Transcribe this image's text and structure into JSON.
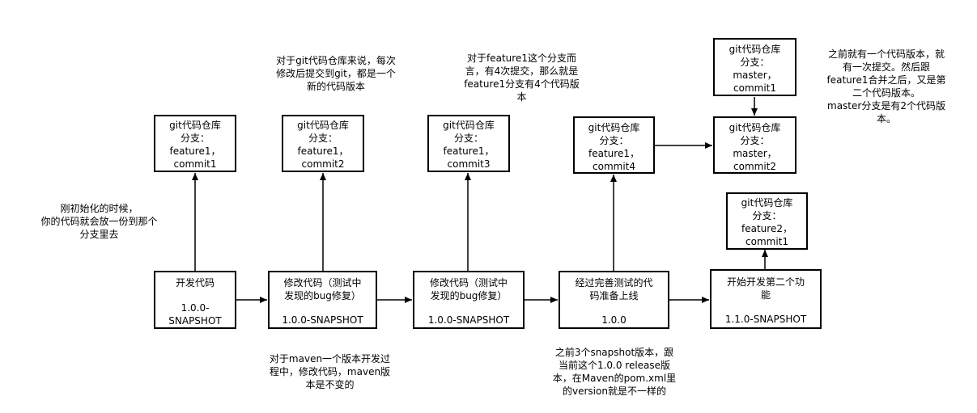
{
  "versions": [
    {
      "id": "v1",
      "title": "开发代码",
      "version": "1.0.0-\nSNAPSHOT"
    },
    {
      "id": "v2",
      "title": "修改代码（测试中\n发现的bug修复）",
      "version": "1.0.0-SNAPSHOT"
    },
    {
      "id": "v3",
      "title": "修改代码（测试中\n发现的bug修复）",
      "version": "1.0.0-SNAPSHOT"
    },
    {
      "id": "v4",
      "title": "经过完善测试的代\n码准备上线",
      "version": "1.0.0"
    },
    {
      "id": "v5",
      "title": "开始开发第二个功\n能",
      "version": "1.1.0-SNAPSHOT"
    }
  ],
  "commits": [
    {
      "id": "c1",
      "text": "git代码仓库\n分支：\nfeature1，\ncommit1"
    },
    {
      "id": "c2",
      "text": "git代码仓库\n分支：\nfeature1，\ncommit2"
    },
    {
      "id": "c3",
      "text": "git代码仓库\n分支：\nfeature1，\ncommit3"
    },
    {
      "id": "c4",
      "text": "git代码仓库\n分支：\nfeature1，\ncommit4"
    },
    {
      "id": "m1",
      "text": "git代码仓库\n分支：\nmaster，\ncommit1"
    },
    {
      "id": "m2",
      "text": "git代码仓库\n分支：\nmaster，\ncommit2"
    },
    {
      "id": "f2",
      "text": "git代码仓库\n分支：\nfeature2，\ncommit1"
    }
  ],
  "annotations": [
    {
      "id": "a-init",
      "text": "刚初始化的时候，\n你的代码就会放一份到那个\n分支里去"
    },
    {
      "id": "a-git",
      "text": "对于git代码仓库来说，每次\n修改后提交到git，都是一个\n新的代码版本"
    },
    {
      "id": "a-feature1",
      "text": "对于feature1这个分支而\n言，有4次提交，那么就是\nfeature1分支有4个代码版\n本"
    },
    {
      "id": "a-master",
      "text": "之前就有一个代码版本，就\n有一次提交。然后跟\nfeature1合并之后，又是第\n二个代码版本。\nmaster分支是有2个代码版\n本。"
    },
    {
      "id": "a-maven",
      "text": "对于maven一个版本开发过\n程中，修改代码，maven版\n本是不变的"
    },
    {
      "id": "a-release",
      "text": "之前3个snapshot版本，跟\n当前这个1.0.0 release版\n本，在Maven的pom.xml里\n的version就是不一样的"
    }
  ]
}
